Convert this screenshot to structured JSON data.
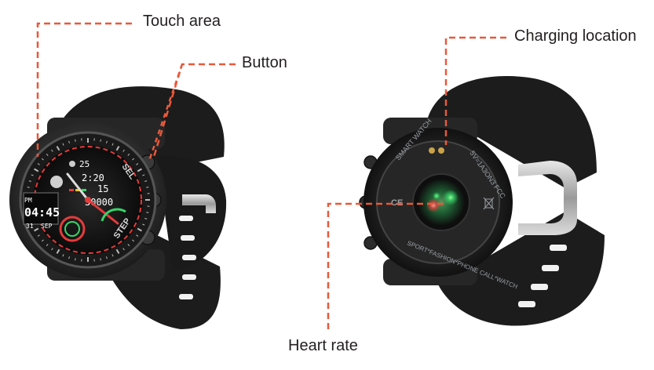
{
  "labels": {
    "touch_area": "Touch area",
    "button": "Button",
    "charging_location": "Charging location",
    "heart_rate": "Heart rate"
  },
  "watch_face": {
    "time": "04:45",
    "temperature": "25",
    "small_time": "2:20",
    "battery": "15",
    "steps": "30000",
    "period": "PM",
    "day": "31",
    "month": "SEP",
    "bezel_sel": "SEL",
    "bezel_step": "STEP"
  },
  "watch_back": {
    "text_smart_watch": "SMART WATCH",
    "text_voltage": "5V=1A3ON3 FCC",
    "text_bottom": "SPORT*FASHION*PHONE CALL*WATCH",
    "text_ce": "CE"
  },
  "colors": {
    "leader_line": "#e8593a",
    "strap": "#1c1c1c",
    "case": "#2a2a2a",
    "sensor_green": "#39d36a",
    "sensor_red": "#e43b3b"
  }
}
